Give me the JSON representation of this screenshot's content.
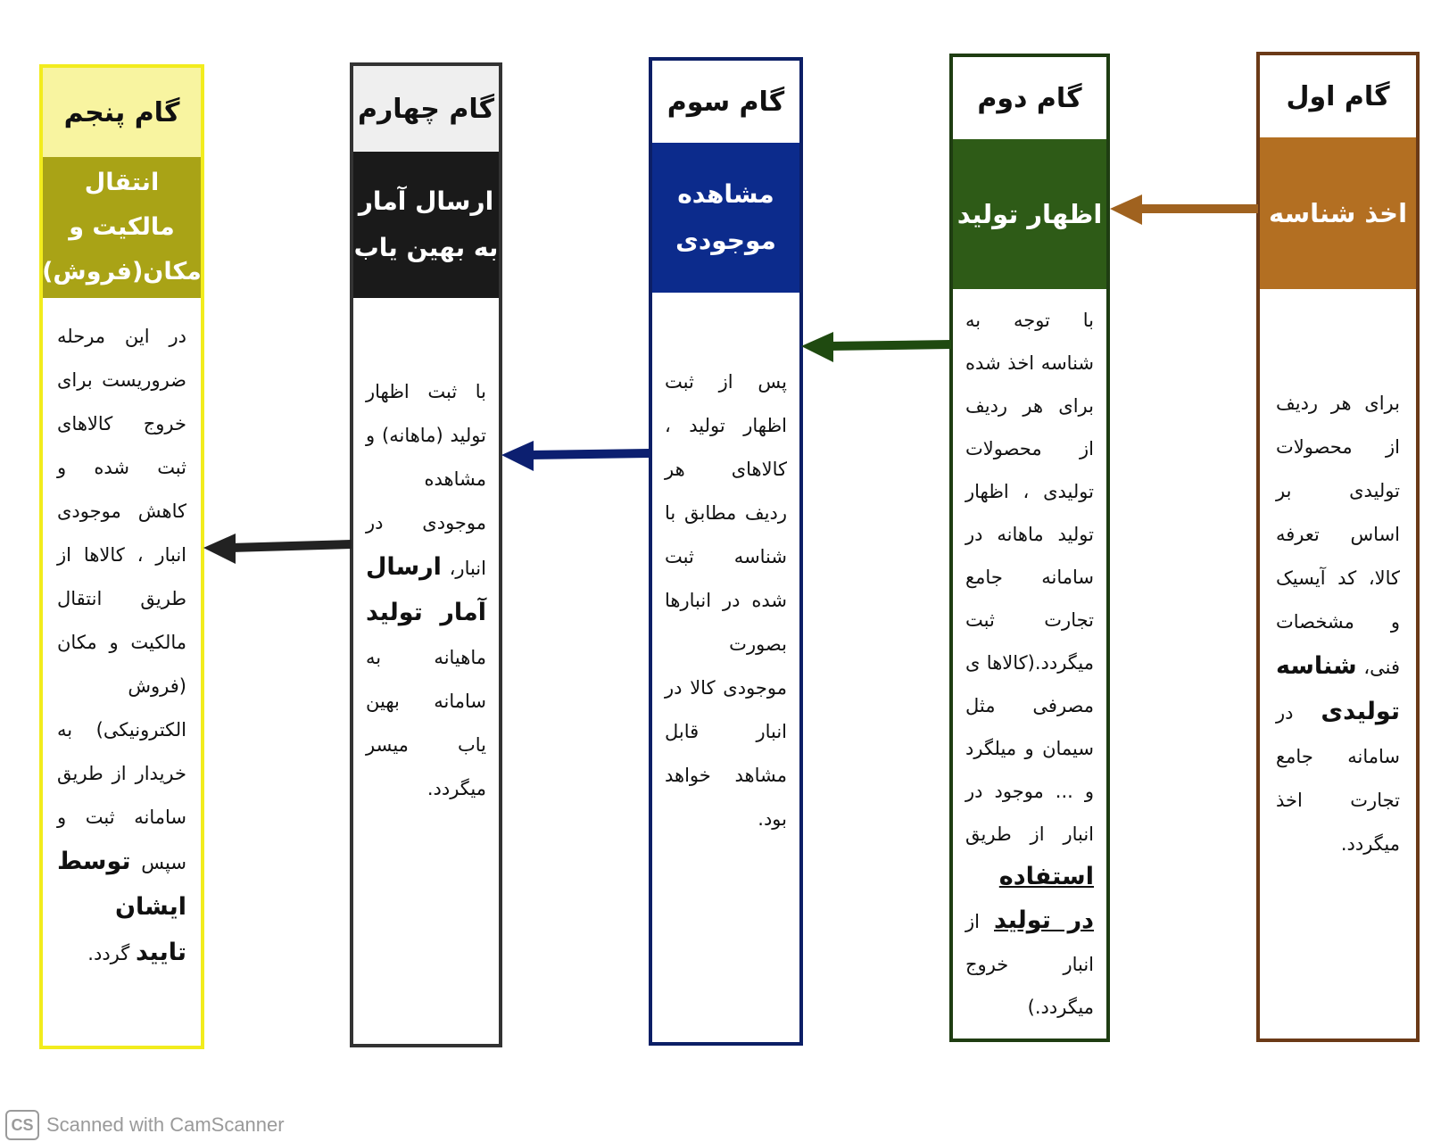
{
  "steps": [
    {
      "header": "گام اول",
      "title": "اخذ شناسه",
      "color": "#b36f22",
      "body": "برای هر ردیف از محصولات تولیدی بر اساس تعرفه کالا، کد آیسیک و مشخصات فنی،",
      "bold": "شناسه تولیدی",
      "body_end": "در سامانه جامع تجارت اخذ میگردد."
    },
    {
      "header": "گام دوم",
      "title": "اظهار تولید",
      "color": "#2e5b17",
      "body": "با توجه به شناسه اخذ شده برای هر ردیف از محصولات تولیدی ، اظهار تولید ماهانه در سامانه جامع تجارت ثبت میگردد.(کالاها ی مصرفی مثل سیمان و میلگرد و ... موجود در انبار از طریق",
      "bold": "استفاده در تولید",
      "body_end": "از انبار خروج میگردد.)"
    },
    {
      "header": "گام سوم",
      "title": "مشاهده\nموجودی",
      "color": "#0c2b8c",
      "body": "پس از ثبت اظهار تولید ، کالاهای هر ردیف مطابق با شناسه ثبت شده در انبارها بصورت موجودی کالا در انبار قابل مشاهد خواهد بود."
    },
    {
      "header": "گام چهارم",
      "title": "ارسال آمار\nبه بهین یاب",
      "color": "#1a1a1a",
      "body": "با ثبت اظهار تولید (ماهانه) و مشاهده موجودی در انبار،",
      "bold": "ارسال آمار تولید",
      "body_end": "ماهیانه به سامانه بهین یاب میسر میگردد."
    },
    {
      "header": "گام پنجم",
      "title": "انتقال\nمالکیت و\nمکان(فروش)",
      "color": "#a9a316",
      "body": "در این مرحله ضروریست برای خروج کالاهای ثبت شده و کاهش موجودی انبار ، کالاها از طریق انتقال مالکیت و مکان (فروش الکترونیکی) به خریدار از طریق سامانه ثبت و سپس",
      "bold": "توسط ایشان تایید",
      "body_end": "گردد."
    }
  ],
  "watermark": {
    "icon": "CS",
    "text": "Scanned with CamScanner"
  }
}
